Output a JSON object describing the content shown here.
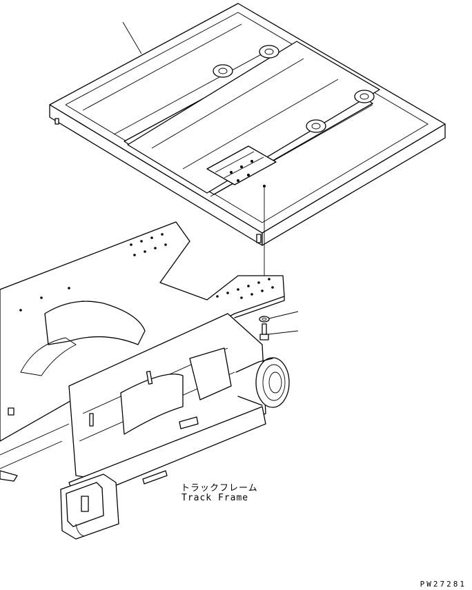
{
  "diagram": {
    "part_label_jp": "トラックフレーム",
    "part_label_en": "Track Frame",
    "drawing_code": "PW27281"
  }
}
